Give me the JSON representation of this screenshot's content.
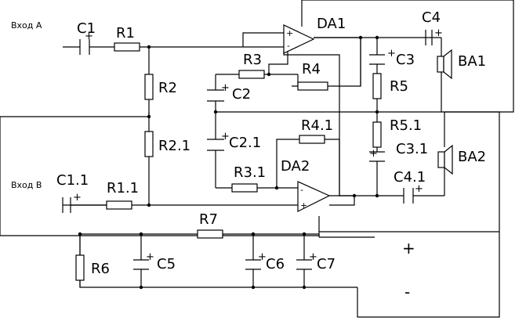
{
  "inputs": {
    "a": "Вход А",
    "b": "Вход В"
  },
  "amplifiers": {
    "da1": "DA1",
    "da2": "DA2"
  },
  "opamp_pins": {
    "plus": "+",
    "minus": "-"
  },
  "resistors": {
    "r1": "R1",
    "r2": "R2",
    "r3": "R3",
    "r4": "R4",
    "r5": "R5",
    "r2_1": "R2.1",
    "r4_1": "R4.1",
    "r5_1": "R5.1",
    "r1_1": "R1.1",
    "r3_1": "R3.1",
    "r7": "R7",
    "r6": "R6"
  },
  "capacitors": {
    "c1": "C1",
    "c4": "C4",
    "c3": "C3",
    "c2": "C2",
    "c2_1": "C2.1",
    "c3_1": "C3.1",
    "c1_1": "C1.1",
    "c4_1": "C4.1",
    "c5": "C5",
    "c6": "C6",
    "c7": "C7"
  },
  "speakers": {
    "ba1": "BA1",
    "ba2": "BA2"
  },
  "polarity_mark": "+",
  "power": {
    "plus": "+",
    "minus": "-"
  }
}
